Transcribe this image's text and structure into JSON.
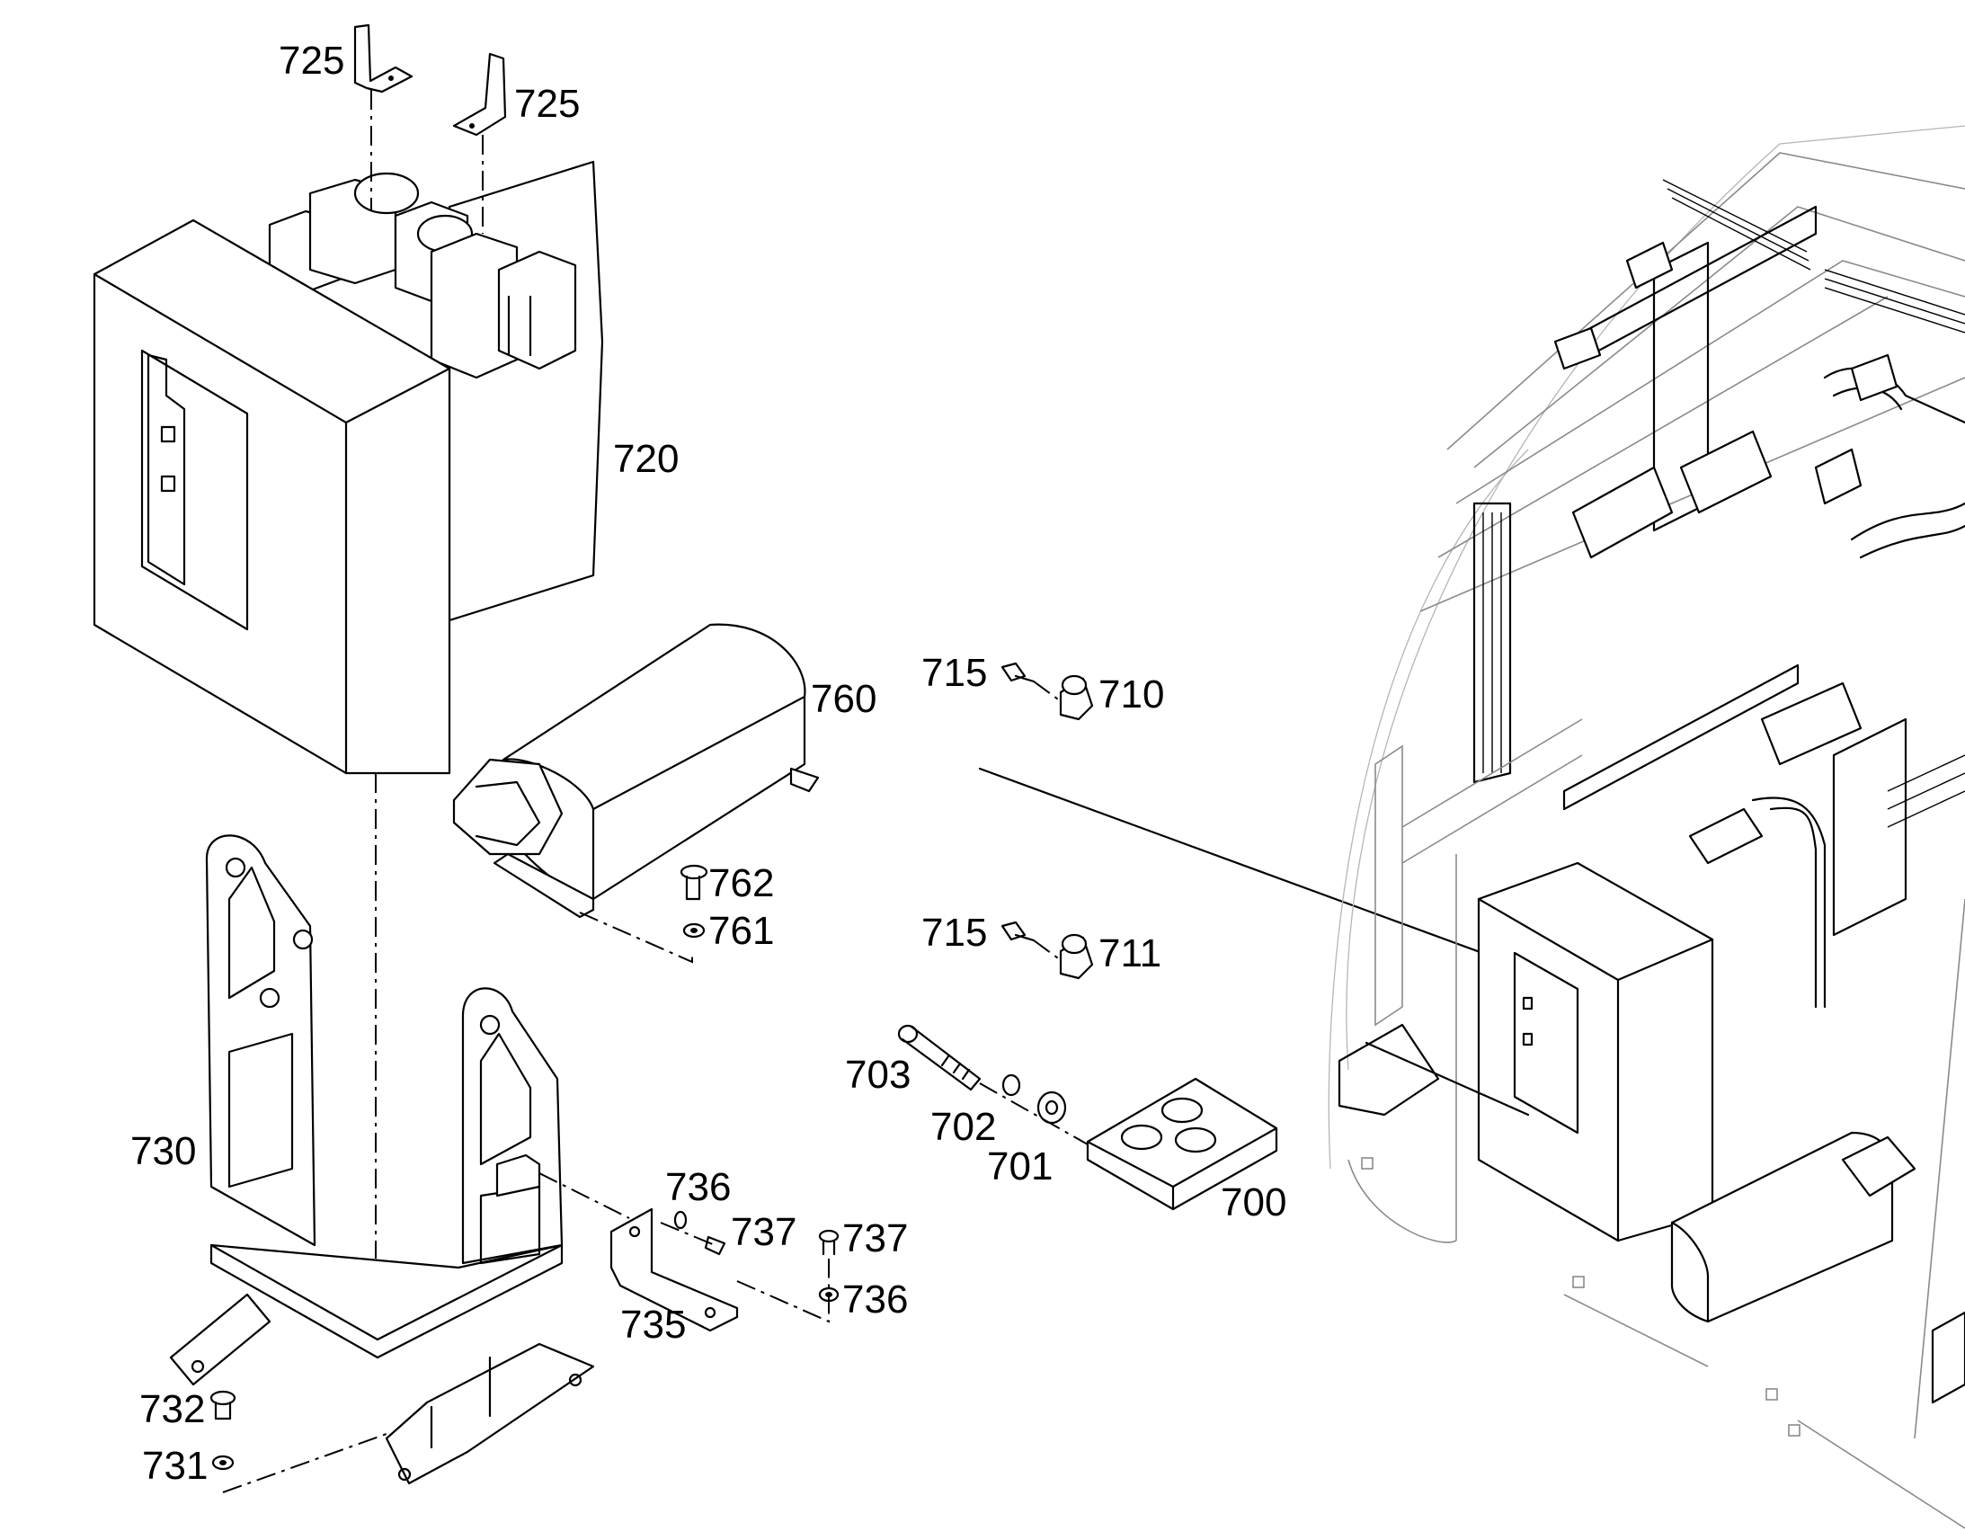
{
  "diagram": {
    "type": "exploded parts view",
    "labels": {
      "p725a": "725",
      "p725b": "725",
      "p720": "720",
      "p760": "760",
      "p715a": "715",
      "p710": "710",
      "p762": "762",
      "p761": "761",
      "p715b": "715",
      "p711": "711",
      "p703": "703",
      "p702": "702",
      "p701": "701",
      "p700": "700",
      "p730": "730",
      "p736a": "736",
      "p737a": "737",
      "p737b": "737",
      "p736b": "736",
      "p735": "735",
      "p732": "732",
      "p731": "731"
    }
  },
  "colors": {
    "line": "#000000",
    "background": "#ffffff",
    "context_assembly": "#8a8a8a"
  }
}
